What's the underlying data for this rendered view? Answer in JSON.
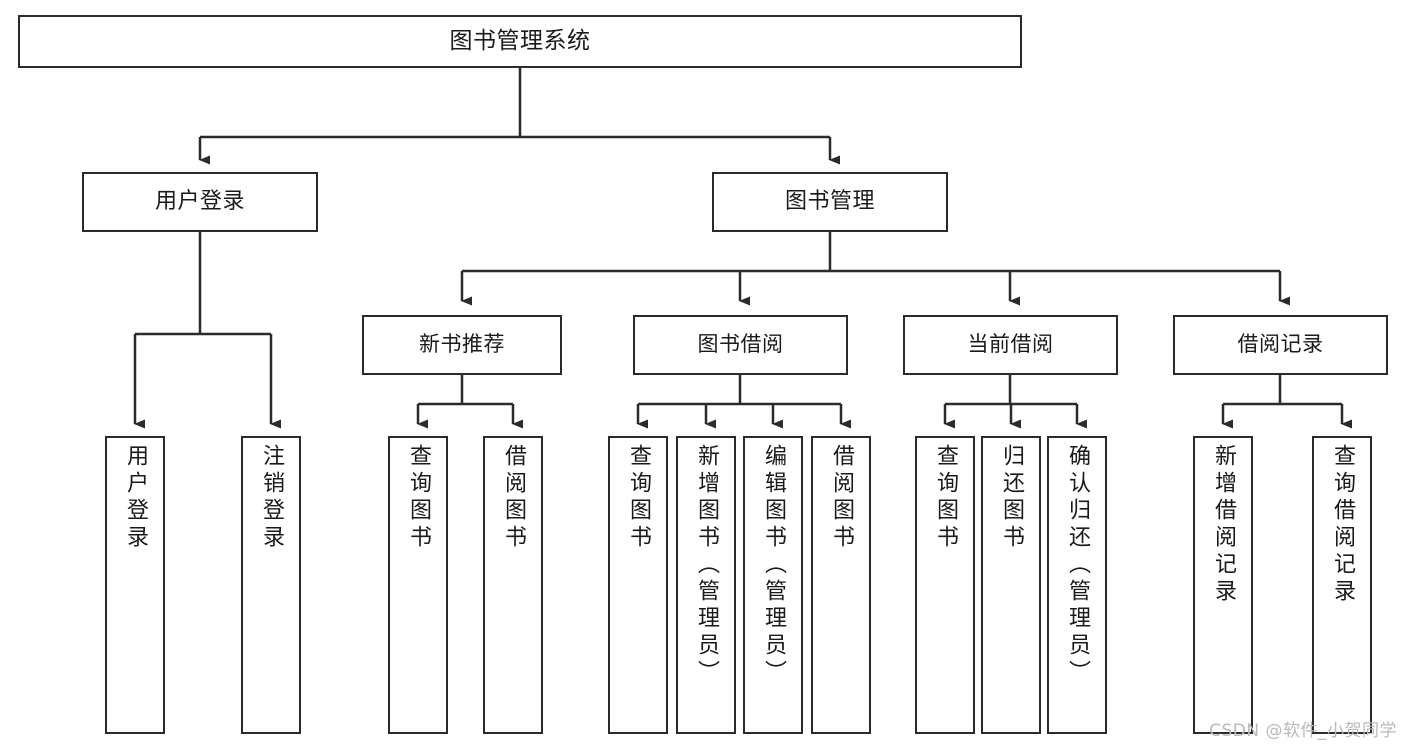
{
  "diagram": {
    "title": "图书管理系统",
    "type": "tree-hierarchy-chart",
    "watermark": "CSDN @软件_小贺同学",
    "colors": {
      "stroke": "#2b2b2b",
      "fill": "#ffffff",
      "text": "#1a1a1a",
      "watermark": "#b9b9b9"
    },
    "nodes": {
      "root": {
        "label": "图书管理系统"
      },
      "level2": [
        {
          "id": "user-login",
          "label": "用户登录"
        },
        {
          "id": "book-management",
          "label": "图书管理"
        }
      ],
      "level3": [
        {
          "id": "new-book-recommend",
          "label": "新书推荐"
        },
        {
          "id": "book-borrow",
          "label": "图书借阅"
        },
        {
          "id": "current-borrow",
          "label": "当前借阅"
        },
        {
          "id": "borrow-record",
          "label": "借阅记录"
        }
      ],
      "leaves": {
        "user-login": [
          {
            "id": "leaf-user-login",
            "label": "用户登录"
          },
          {
            "id": "leaf-logout",
            "label": "注销登录"
          }
        ],
        "new-book-recommend": [
          {
            "id": "leaf-query-book-1",
            "label": "查询图书"
          },
          {
            "id": "leaf-borrow-book-1",
            "label": "借阅图书"
          }
        ],
        "book-borrow": [
          {
            "id": "leaf-query-book-2",
            "label": "查询图书"
          },
          {
            "id": "leaf-add-book",
            "label": "新增图书（管理员）"
          },
          {
            "id": "leaf-edit-book",
            "label": "编辑图书（管理员）"
          },
          {
            "id": "leaf-borrow-book-2",
            "label": "借阅图书"
          }
        ],
        "current-borrow": [
          {
            "id": "leaf-query-book-3",
            "label": "查询图书"
          },
          {
            "id": "leaf-return-book",
            "label": "归还图书"
          },
          {
            "id": "leaf-confirm-return",
            "label": "确认归还（管理员）"
          }
        ],
        "borrow-record": [
          {
            "id": "leaf-add-record",
            "label": "新增借阅记录"
          },
          {
            "id": "leaf-query-record",
            "label": "查询借阅记录"
          }
        ]
      }
    }
  }
}
